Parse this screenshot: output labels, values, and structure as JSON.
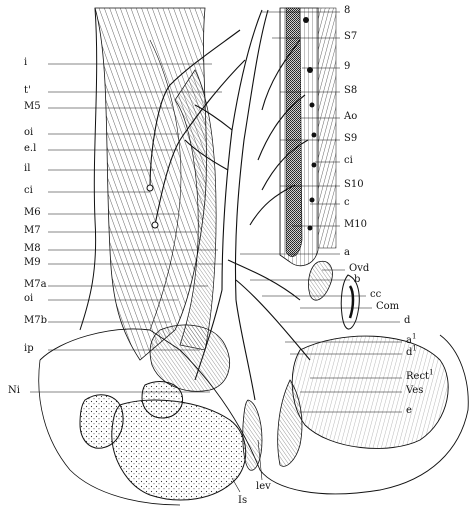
{
  "figure": {
    "style": "monochrome anatomical engraving",
    "ink_color": "#111111",
    "paper_color": "#ffffff",
    "labels_left": [
      "i",
      "t'",
      "M5",
      "oi",
      "e.l",
      "il",
      "ci",
      "M6",
      "M7",
      "M8",
      "M9",
      "M7a",
      "oi",
      "M7b",
      "ip",
      "Ni"
    ],
    "labels_right": [
      "8",
      "S7",
      "9",
      "S8",
      "Ao",
      "S9",
      "ci",
      "S10",
      "c",
      "M10",
      "a",
      "Ovd",
      "b",
      "cc",
      "Com",
      "d",
      "a",
      "d",
      "Rect",
      "Ves",
      "e"
    ],
    "superscripts": {
      "a_lower": "1",
      "d_lower": "1",
      "rect": "1"
    },
    "labels_bottom": [
      "lev",
      "Is"
    ]
  }
}
